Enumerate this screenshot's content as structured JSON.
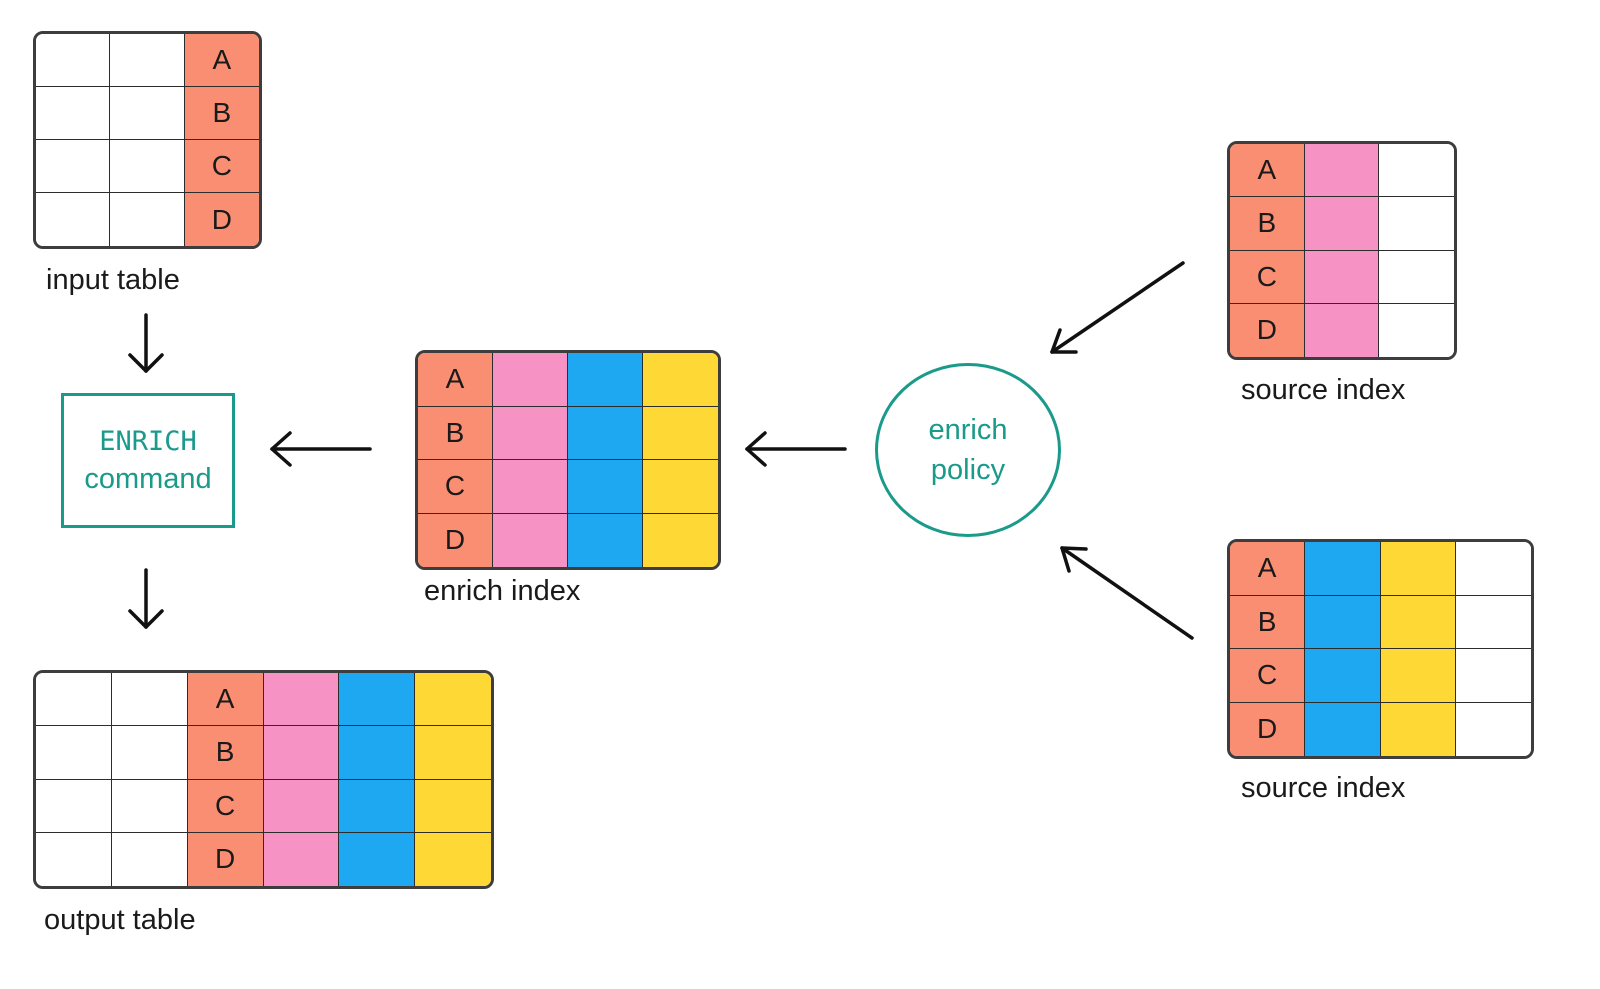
{
  "colors": {
    "key": "#f98e72",
    "pink": "#f792c4",
    "blue": "#1fa8f2",
    "yellow": "#fed834",
    "empty": "#ffffff",
    "teal": "#1a9a8a"
  },
  "input_table": {
    "label": "input table",
    "cols": [
      "empty",
      "empty",
      "key"
    ],
    "keys": [
      "A",
      "B",
      "C",
      "D"
    ]
  },
  "enrich_command": {
    "line1": "ENRICH",
    "line2": "command"
  },
  "output_table": {
    "label": "output table",
    "cols": [
      "empty",
      "empty",
      "key",
      "pink",
      "blue",
      "yellow"
    ],
    "keys": [
      "A",
      "B",
      "C",
      "D"
    ]
  },
  "enrich_index": {
    "label": "enrich index",
    "cols": [
      "key",
      "pink",
      "blue",
      "yellow"
    ],
    "keys": [
      "A",
      "B",
      "C",
      "D"
    ]
  },
  "enrich_policy": {
    "line1": "enrich",
    "line2": "policy"
  },
  "source_index_1": {
    "label": "source index",
    "cols": [
      "key",
      "pink",
      "empty"
    ],
    "keys": [
      "A",
      "B",
      "C",
      "D"
    ]
  },
  "source_index_2": {
    "label": "source index",
    "cols": [
      "key",
      "blue",
      "yellow",
      "empty"
    ],
    "keys": [
      "A",
      "B",
      "C",
      "D"
    ]
  }
}
